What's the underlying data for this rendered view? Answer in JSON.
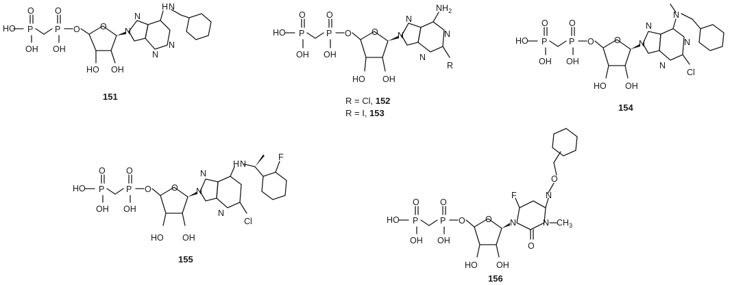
{
  "figure": {
    "compounds": [
      {
        "id": "151",
        "labels": {
          "ho_top": "HO",
          "p1": "P",
          "o1": "O",
          "oh1": "OH",
          "p2": "P",
          "o2": "O",
          "oh2": "OH",
          "o_link": "O",
          "n9": "N",
          "n7": "N",
          "n1": "N",
          "n3": "N",
          "nh": "H",
          "nh_n": "N",
          "oh_3": "HO",
          "oh_2": "OH"
        }
      },
      {
        "id": "152",
        "labels": {
          "ho_top": "HO",
          "p1": "P",
          "o1": "O",
          "oh1": "OH",
          "p2": "P",
          "o2": "O",
          "oh2": "OH",
          "o_link": "O",
          "n9": "N",
          "n7": "N",
          "n1": "N",
          "n3": "N",
          "nh2": "NH",
          "nh2_sub": "2",
          "r": "R",
          "oh_3": "HO",
          "oh_2": "OH"
        },
        "caption_lines": [
          {
            "text": "R = Cl, ",
            "bold": "152"
          },
          {
            "text": "R = I, ",
            "bold": "153"
          }
        ]
      },
      {
        "id": "154",
        "labels": {
          "ho_top": "HO",
          "p1": "P",
          "o1": "O",
          "oh1": "OH",
          "p2": "P",
          "o2": "O",
          "oh2": "OH",
          "o_link": "O",
          "n9": "N",
          "n7": "N",
          "n1": "N",
          "n3": "N",
          "nme": "N",
          "cl": "Cl",
          "oh_3": "HO",
          "oh_2": "OH"
        }
      },
      {
        "id": "155",
        "labels": {
          "ho_top": "HO",
          "p1": "P",
          "o1": "O",
          "oh1": "OH",
          "p2": "P",
          "o2": "O",
          "oh2": "OH",
          "o_link": "O",
          "n1": "N",
          "n2": "N",
          "npyr": "N",
          "hn": "H",
          "hn_n": "N",
          "f": "F",
          "cl": "Cl",
          "oh_3": "HO",
          "oh_2": "OH"
        }
      },
      {
        "id": "156",
        "labels": {
          "ho_top": "HO",
          "p1": "P",
          "o1": "O",
          "oh1": "OH",
          "p2": "P",
          "o2": "O",
          "oh2": "OH",
          "o_link": "O",
          "n1": "N",
          "n3": "N",
          "ch3": "CH",
          "ch3_sub": "3",
          "c_o": "O",
          "f": "F",
          "n_ox": "N",
          "o_ox": "O",
          "oh_3": "HO",
          "oh_2": "OH"
        }
      }
    ]
  }
}
